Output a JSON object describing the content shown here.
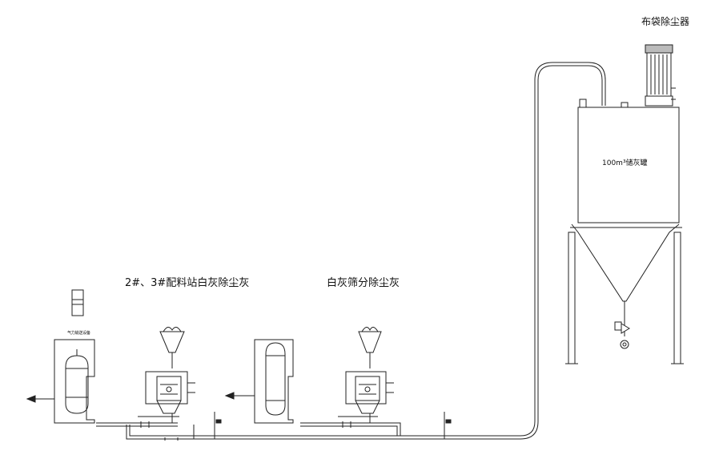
{
  "labels": {
    "baghouse": "布袋除尘器",
    "silo": "100m³储灰罐",
    "group_1": "2#、3#配料站白灰除尘灰",
    "group_2": "白灰筛分除尘灰",
    "small_tag": "气力输送设备"
  }
}
